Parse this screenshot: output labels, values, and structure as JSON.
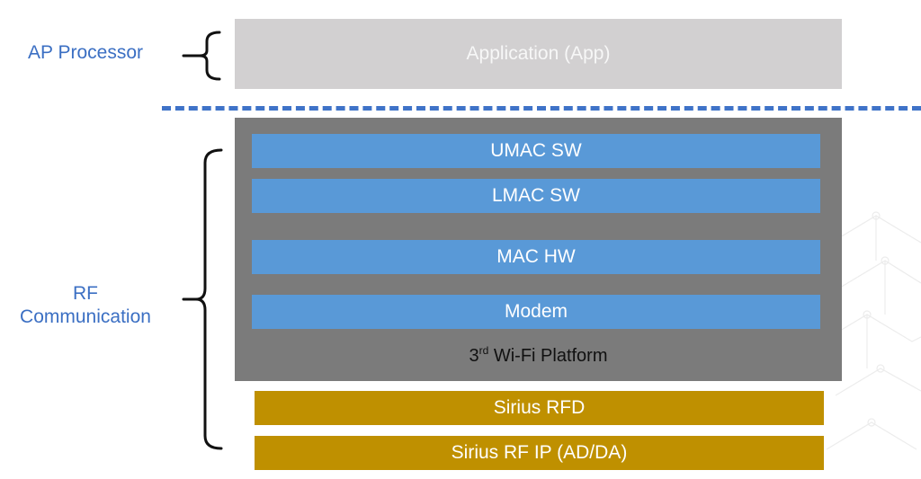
{
  "side_labels": {
    "ap_processor": "AP Processor",
    "rf_line1": "RF",
    "rf_line2": "Communication"
  },
  "app_layer": {
    "label": "Application (App)"
  },
  "platform": {
    "layers": [
      {
        "label": "UMAC SW"
      },
      {
        "label": "LMAC SW"
      },
      {
        "label": "MAC HW"
      },
      {
        "label": "Modem"
      }
    ],
    "label_prefix": "3",
    "label_superscript": "rd",
    "label_suffix": " Wi-Fi Platform"
  },
  "rf_layers": [
    {
      "label": "Sirius RFD"
    },
    {
      "label": "Sirius RF IP (AD/DA)"
    }
  ],
  "colors": {
    "label_blue": "#3b6fc3",
    "app_gray": "#d2d0d1",
    "platform_gray": "#7b7b7b",
    "layer_blue": "#5999d7",
    "rf_gold": "#bf9000",
    "divider_blue": "#3f73c8"
  }
}
